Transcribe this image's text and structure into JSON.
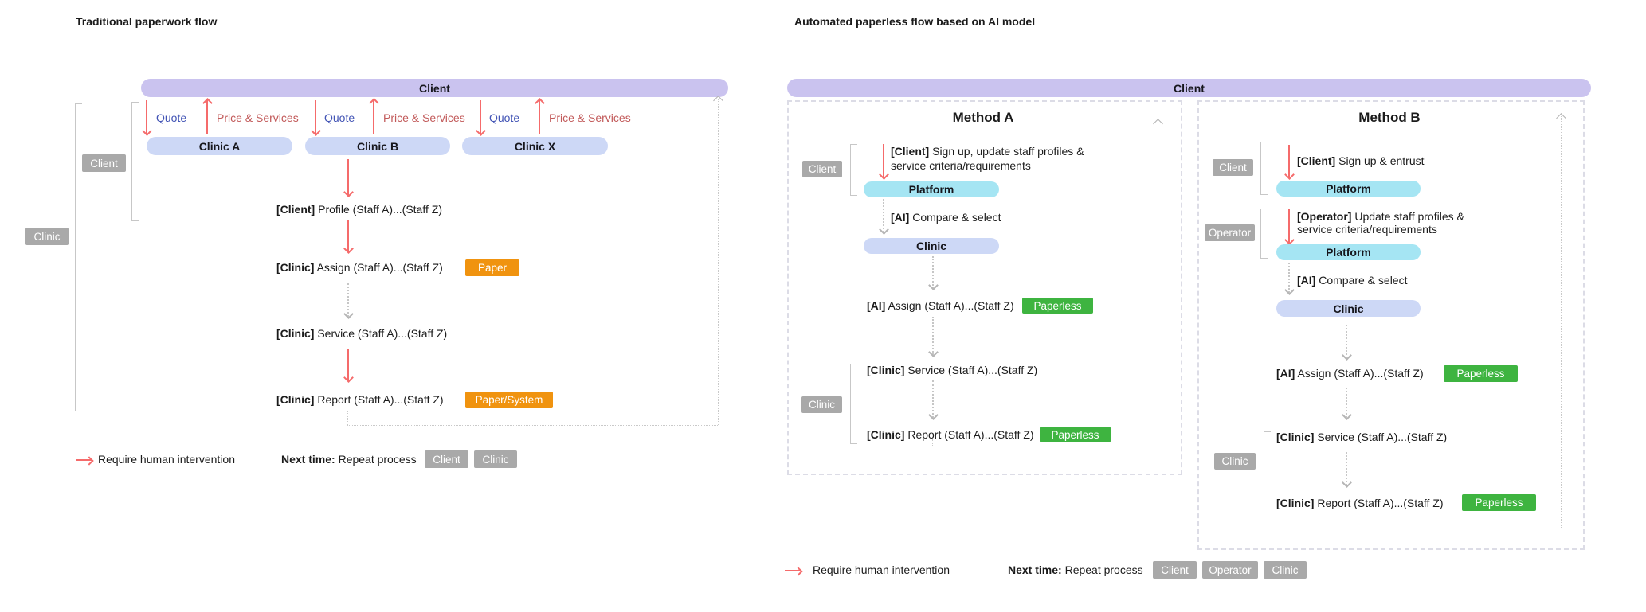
{
  "colors": {
    "client_bar_purple": "#CAC3EF",
    "clinic_pill_periwinkle": "#CDD8F6",
    "platform_pill_cyan": "#A5E5F3",
    "paper_badge_orange": "#F0930F",
    "paperless_badge_green": "#3EB440",
    "role_badge_gray": "#A9A9A9",
    "human_arrow_red": "#F56B6B",
    "quote_label_blue": "#4254B5",
    "price_label_red": "#C25A5A"
  },
  "left": {
    "title": "Traditional paperwork flow",
    "client_bar_label": "Client",
    "exchange": {
      "quote_label": "Quote",
      "price_label": "Price & Services"
    },
    "clinics": {
      "a": "Clinic A",
      "b": "Clinic B",
      "x": "Clinic X"
    },
    "side_badges": {
      "client": "Client",
      "clinic": "Clinic"
    },
    "steps": {
      "profile": {
        "actor": "[Client]",
        "action": " Profile (Staff A)...(Staff Z)"
      },
      "assign": {
        "actor": "[Clinic]",
        "action": " Assign (Staff A)...(Staff Z)",
        "badge": "Paper"
      },
      "service": {
        "actor": "[Clinic]",
        "action": " Service (Staff A)...(Staff Z)"
      },
      "report": {
        "actor": "[Clinic]",
        "action": " Report (Staff A)...(Staff Z)",
        "badge": "Paper/System"
      }
    },
    "legend": {
      "arrow_text": "Require human intervention",
      "next_bold": "Next time:",
      "next_rest": " Repeat process",
      "badges": [
        "Client",
        "Clinic"
      ]
    }
  },
  "right": {
    "title": "Automated paperless flow based on AI model",
    "client_bar_label": "Client",
    "method_a": {
      "title": "Method A",
      "client_badge": "Client",
      "clinic_badge": "Clinic",
      "signup_actor": "[Client]",
      "signup_line1": " Sign up, update staff profiles &",
      "signup_line2": "service criteria/requirements",
      "platform_pill": "Platform",
      "compare_actor": "[AI]",
      "compare_action": " Compare & select",
      "clinic_pill": "Clinic",
      "assign_actor": "[AI]",
      "assign_action": " Assign (Staff A)...(Staff Z)",
      "assign_badge": "Paperless",
      "service_actor": "[Clinic]",
      "service_action": " Service (Staff A)...(Staff Z)",
      "report_actor": "[Clinic]",
      "report_action": " Report (Staff A)...(Staff Z)",
      "report_badge": "Paperless"
    },
    "method_b": {
      "title": "Method B",
      "client_badge": "Client",
      "operator_badge": "Operator",
      "clinic_badge": "Clinic",
      "signup_actor": "[Client]",
      "signup_action": " Sign up & entrust",
      "platform_pill_1": "Platform",
      "update_actor": "[Operator]",
      "update_line1": " Update staff profiles &",
      "update_line2": "service criteria/requirements",
      "platform_pill_2": "Platform",
      "compare_actor": "[AI]",
      "compare_action": " Compare & select",
      "clinic_pill": "Clinic",
      "assign_actor": "[AI]",
      "assign_action": " Assign (Staff A)...(Staff Z)",
      "assign_badge": "Paperless",
      "service_actor": "[Clinic]",
      "service_action": " Service (Staff A)...(Staff Z)",
      "report_actor": "[Clinic]",
      "report_action": " Report (Staff A)...(Staff Z)",
      "report_badge": "Paperless"
    },
    "legend": {
      "arrow_text": "Require human intervention",
      "next_bold": "Next time:",
      "next_rest": " Repeat process",
      "badges": [
        "Client",
        "Operator",
        "Clinic"
      ]
    }
  }
}
